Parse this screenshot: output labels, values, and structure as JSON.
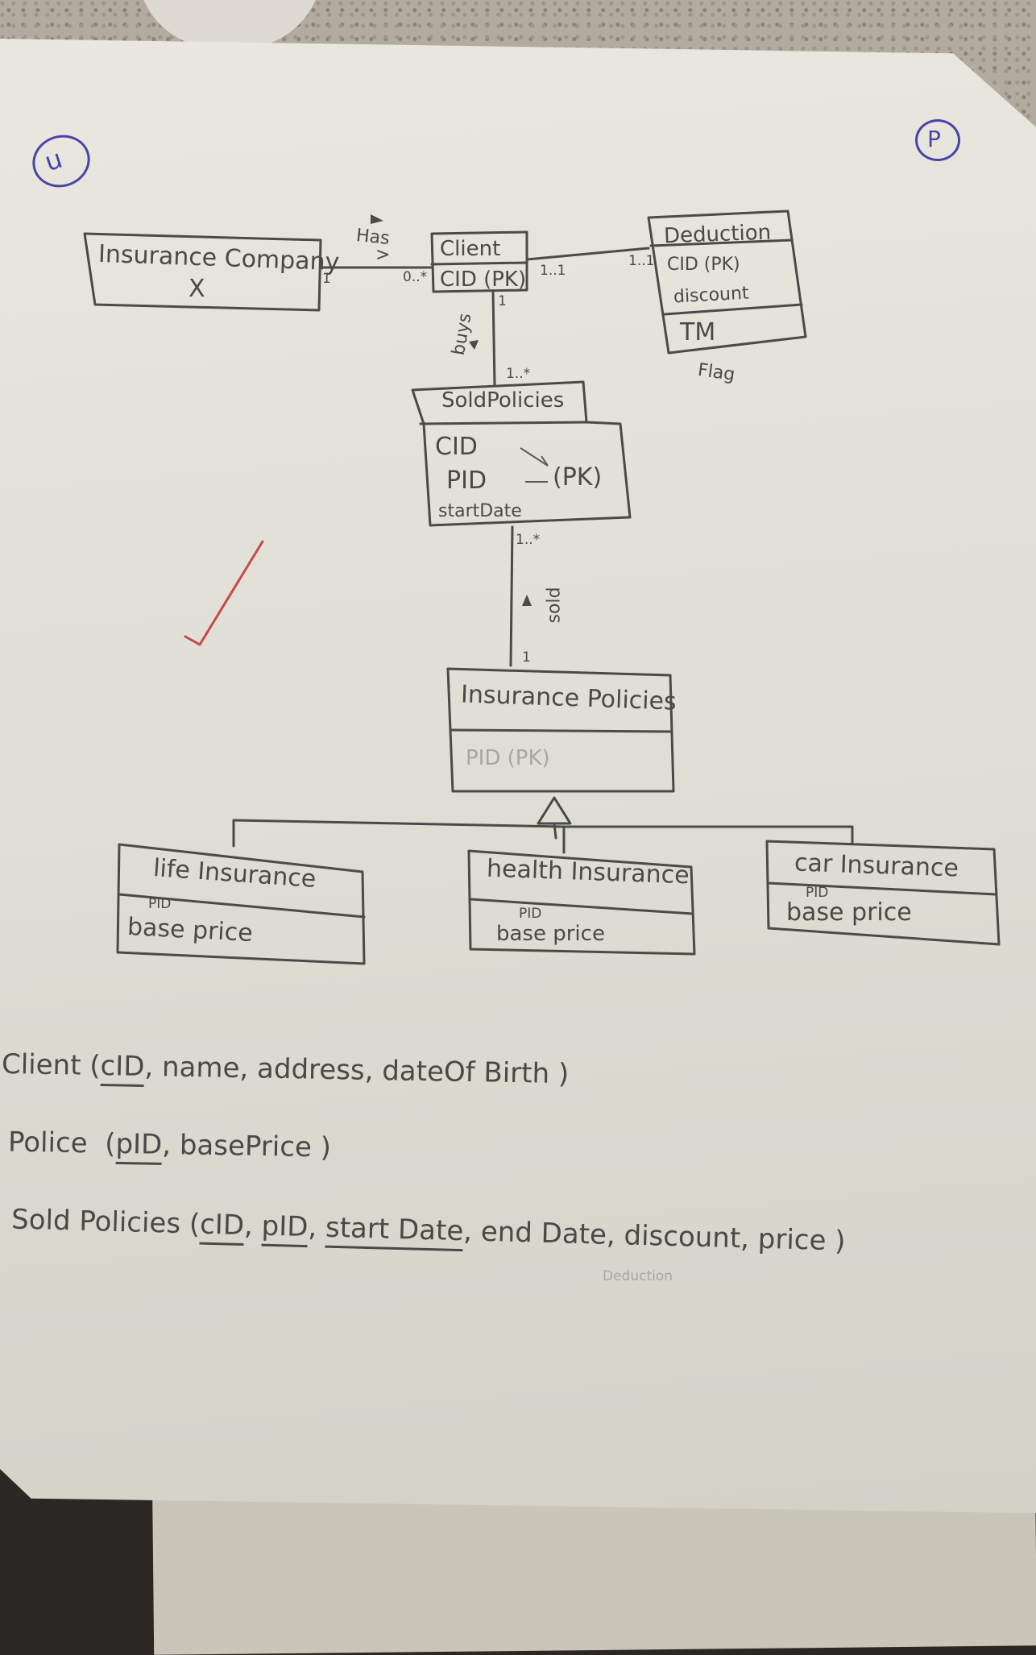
{
  "margin_mark": "u",
  "corner_mark": "P",
  "entities": {
    "insurance_company": {
      "name": "Insurance Company",
      "attr": "X"
    },
    "client": {
      "name": "Client",
      "attr": "CID (PK)"
    },
    "deduction": {
      "name": "Deduction",
      "attrs": [
        "CID (PK)",
        "discount",
        "TM"
      ],
      "note": "Flag"
    },
    "sold_policies": {
      "name": "SoldPolicies",
      "attrs": [
        "CID",
        "PID",
        "startDate"
      ],
      "pk": "(PK)"
    },
    "insurance_policies": {
      "name": "Insurance Policies",
      "attr": "PID (PK)"
    },
    "life": {
      "name": "life Insurance",
      "attr_top": "PID",
      "attr": "base price"
    },
    "health": {
      "name": "health Insurance",
      "attr_top": "PID",
      "attr": "base price"
    },
    "car": {
      "name": "car Insurance",
      "attr_top": "PID",
      "attr": "base price"
    }
  },
  "relations": {
    "has": {
      "label": "Has",
      "arrow": ">",
      "left_mult": "1",
      "right_mult": "0..*"
    },
    "client_deduction": {
      "left_mult": "1..1",
      "right_mult": "1..1"
    },
    "buys": {
      "label": "buys",
      "top_mult": "1",
      "bottom_mult": "1..*"
    },
    "sold": {
      "label": "sold",
      "top_mult": "1..*",
      "bottom_mult": "1"
    }
  },
  "schema": [
    {
      "table": "Client",
      "open": "(",
      "keys": [
        "cID"
      ],
      "fields": [
        "name",
        "address",
        "dateOf Birth"
      ],
      "close": ")"
    },
    {
      "table": "Police",
      "open": "(",
      "keys": [
        "pID"
      ],
      "fields": [
        "basePrice"
      ],
      "close": ")"
    },
    {
      "table": "Sold Policies",
      "open": "(",
      "keys": [
        "cID",
        "pID",
        "start Date"
      ],
      "fields": [
        "end Date",
        "discount",
        "price"
      ],
      "close": ")"
    }
  ],
  "faint_note": "Deduction",
  "colors": {
    "paper": "#e6e5dd",
    "pencil": "#4a4a48",
    "check": "#c94848",
    "marker": "#4745a8"
  }
}
